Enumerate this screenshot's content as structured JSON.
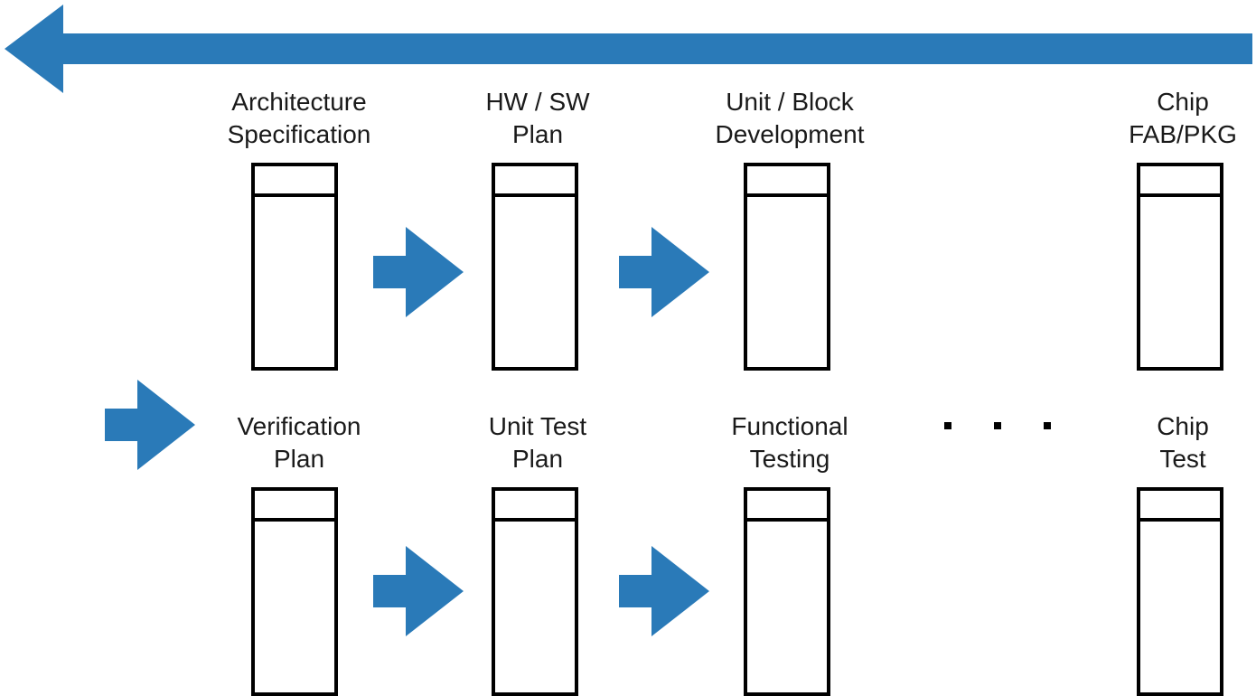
{
  "diagram": {
    "colors": {
      "arrow": "#2a7ab8",
      "box": "#000000",
      "text": "#1a1a1a"
    },
    "top_row": [
      {
        "label": "Architecture\nSpecification"
      },
      {
        "label": "HW / SW\nPlan"
      },
      {
        "label": "Unit / Block\nDevelopment"
      },
      {
        "label": "Chip\nFAB/PKG"
      }
    ],
    "bottom_row": [
      {
        "label": "Verification\nPlan"
      },
      {
        "label": "Unit Test\nPlan"
      },
      {
        "label": "Functional\nTesting"
      },
      {
        "label": "Chip\nTest"
      }
    ],
    "ellipsis": "▪ ▪ ▪"
  }
}
